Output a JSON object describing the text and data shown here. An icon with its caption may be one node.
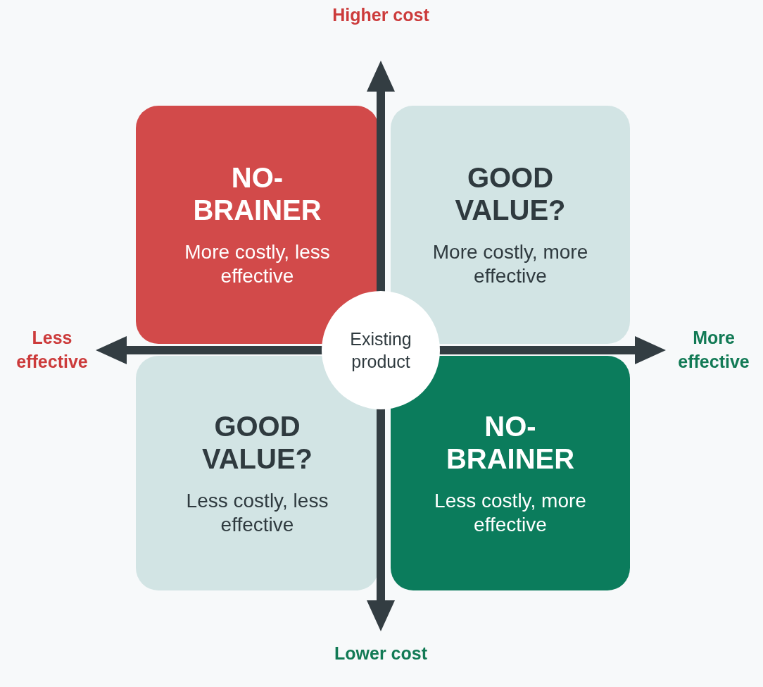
{
  "diagram": {
    "nodes": [
      {
        "text": [
          "NO- BRAINER",
          "More costly, less effective"
        ]
      },
      {
        "text": [
          "GOOD VALUE?",
          "More costly, more effective"
        ]
      },
      {
        "text": [
          "GOOD VALUE?",
          "Less costly, less effective"
        ]
      },
      {
        "text": [
          "NO- BRAINER",
          "Less costly, more effective"
        ]
      },
      {
        "text": [
          "Existing product"
        ]
      }
    ],
    "labels": [
      "Higher cost",
      "Less effective",
      "More effective",
      "Lower cost"
    ]
  }
}
